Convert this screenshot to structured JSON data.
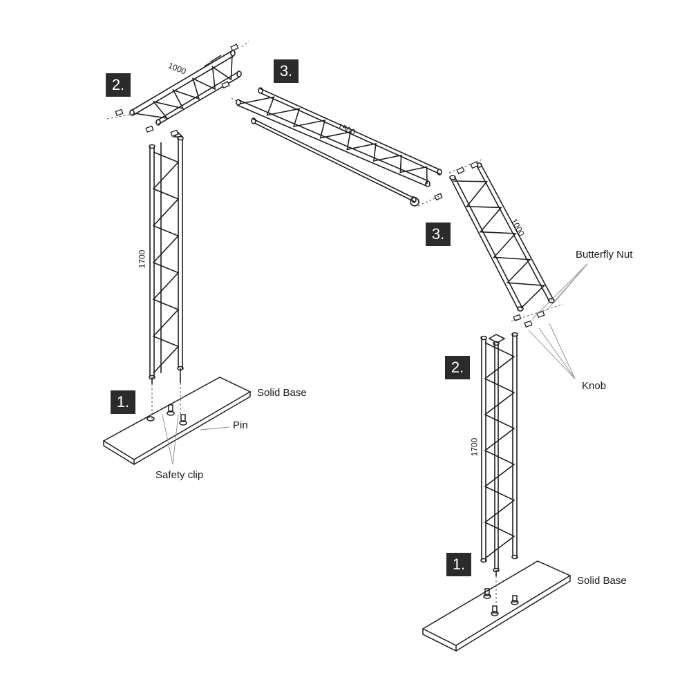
{
  "steps": {
    "left_base": "1.",
    "left_top": "2.",
    "top_main": "3.",
    "right_upper": "3.",
    "right_mid": "2.",
    "right_base": "1."
  },
  "dimensions": {
    "left_top_truss": "1000",
    "top_main_truss": "1500",
    "right_diagonal_truss": "1000",
    "left_column": "1700",
    "right_column": "1700"
  },
  "callouts": {
    "butterfly_nut": "Butterfly Nut",
    "knob": "Knob",
    "solid_base_left": "Solid Base",
    "pin": "Pin",
    "safety_clip": "Safety clip",
    "solid_base_right": "Solid Base"
  },
  "colors": {
    "line": "#1e1e1e",
    "badge": "#2b2b2b",
    "leader": "#8a8a8a"
  }
}
